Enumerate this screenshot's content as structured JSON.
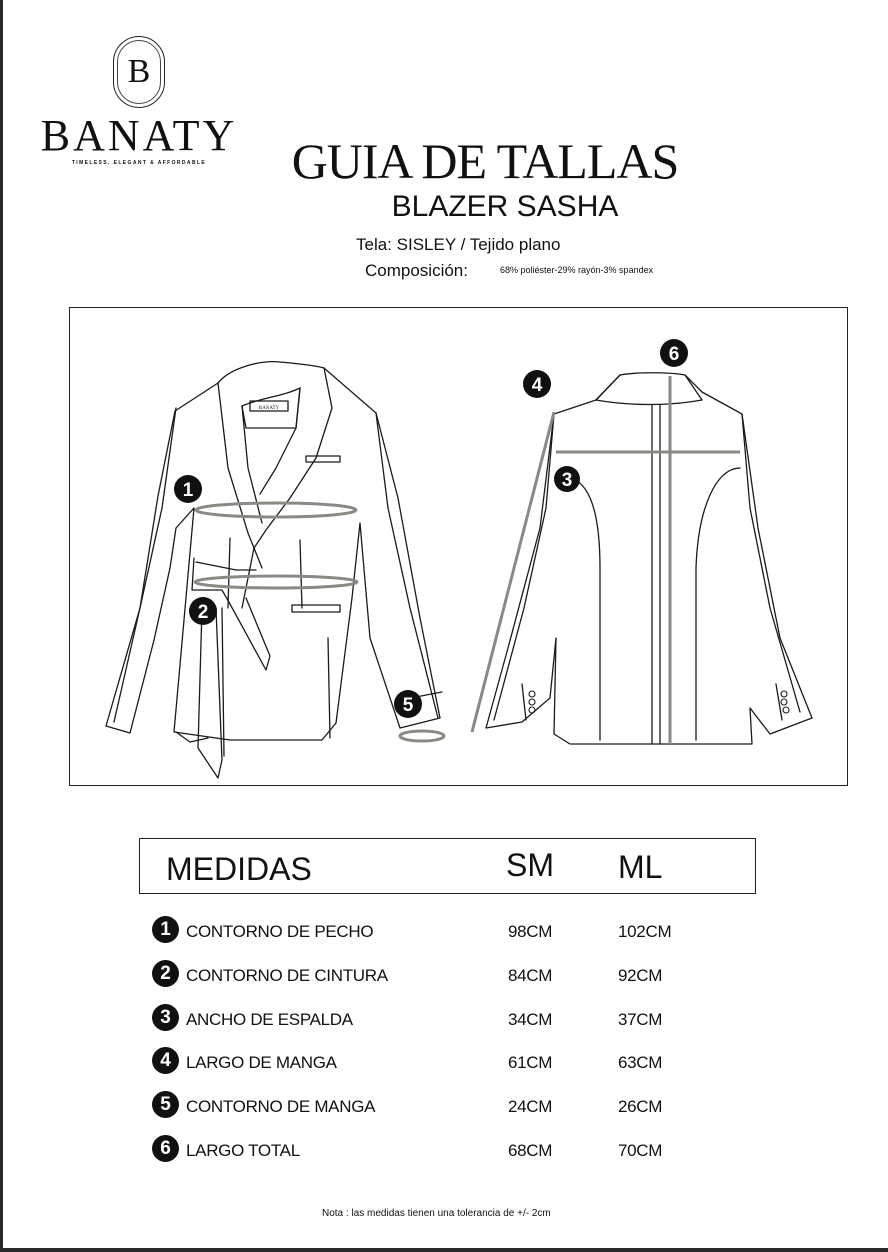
{
  "brand": {
    "monogram": "B",
    "name": "BANATY",
    "tagline": "TIMELESS, ELEGANT & AFFORDABLE"
  },
  "header": {
    "title": "GUIA DE TALLAS",
    "subtitle": "BLAZER SASHA"
  },
  "fabric": {
    "tela": "Tela: SISLEY / Tejido plano",
    "composition_label": "Composición:",
    "composition_value": "68% poliéster-29% rayón-3% spandex"
  },
  "illustration": {
    "markers": [
      "1",
      "2",
      "3",
      "4",
      "5",
      "6"
    ],
    "label_tag": "BANATY",
    "colors": {
      "line": "#1a1a1a",
      "measure": "#8a8a84"
    }
  },
  "table": {
    "header": {
      "label": "MEDIDAS",
      "sm": "SM",
      "ml": "ML"
    },
    "rows": [
      {
        "num": "1",
        "label": "CONTORNO DE PECHO",
        "sm": "98CM",
        "ml": "102CM"
      },
      {
        "num": "2",
        "label": "CONTORNO DE CINTURA",
        "sm": "84CM",
        "ml": "92CM"
      },
      {
        "num": "3",
        "label": "ANCHO DE ESPALDA",
        "sm": "34CM",
        "ml": "37CM"
      },
      {
        "num": "4",
        "label": "LARGO DE MANGA",
        "sm": "61CM",
        "ml": "63CM"
      },
      {
        "num": "5",
        "label": "CONTORNO DE MANGA",
        "sm": "24CM",
        "ml": "26CM"
      },
      {
        "num": "6",
        "label": "LARGO TOTAL",
        "sm": "68CM",
        "ml": "70CM"
      }
    ]
  },
  "note": "Nota : las medidas tienen una tolerancia de +/- 2cm"
}
